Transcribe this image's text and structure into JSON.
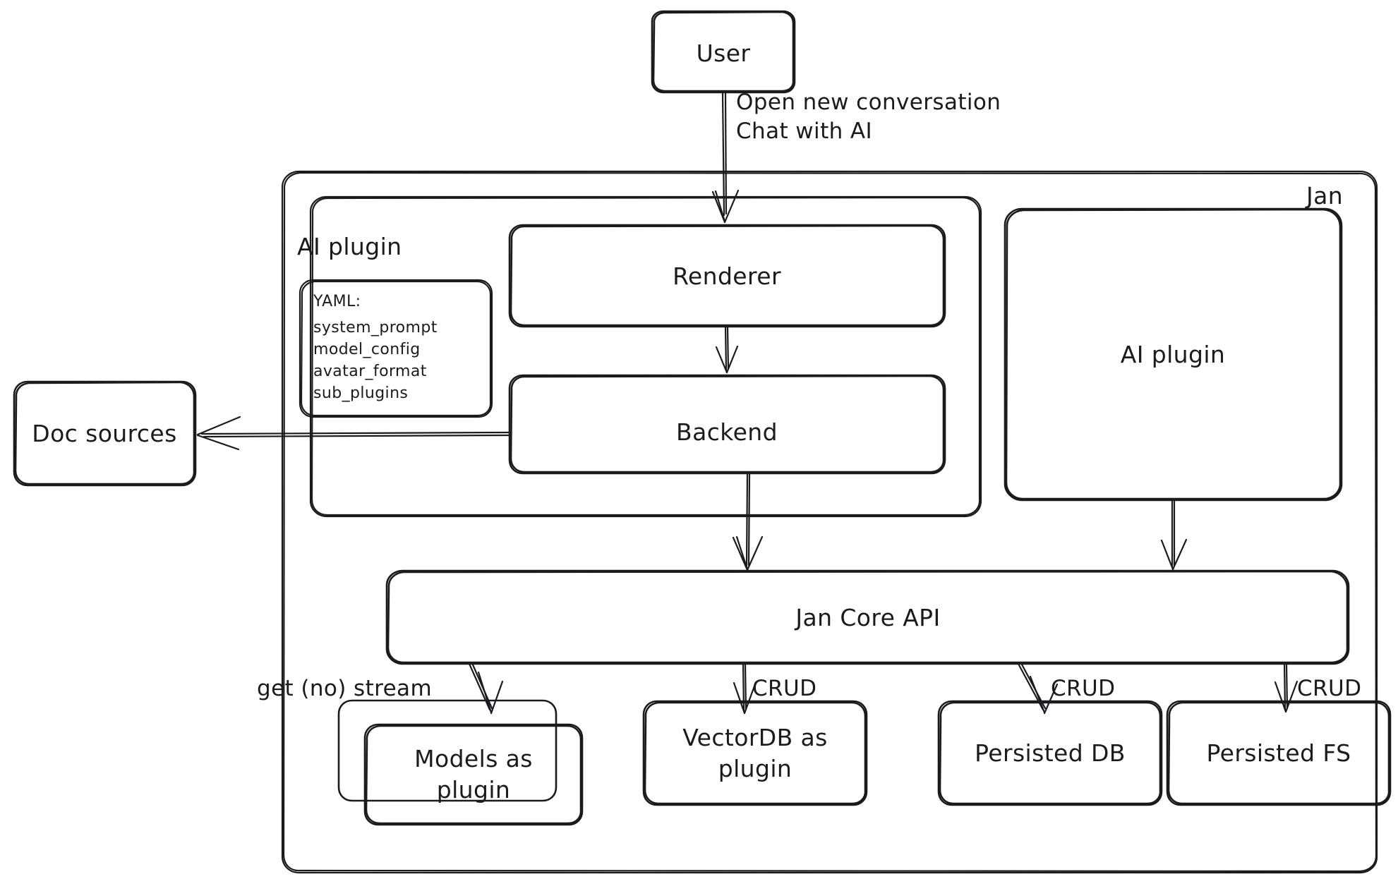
{
  "diagram": {
    "title": "Jan architecture diagram",
    "style": "hand-drawn whiteboard sketch",
    "background_color": "#ffffff",
    "stroke_color": "#1b1b1f",
    "containers": [
      {
        "id": "jan",
        "label": "Jan",
        "label_position": "top-right"
      },
      {
        "id": "ai-plugin-group",
        "label": "AI plugin",
        "label_position": "top-left"
      }
    ],
    "nodes": {
      "user": {
        "label": "User"
      },
      "renderer": {
        "label": "Renderer"
      },
      "backend": {
        "label": "Backend"
      },
      "ai_plugin_right": {
        "label": "AI plugin"
      },
      "jan_core_api": {
        "label": "Jan Core API"
      },
      "doc_sources": {
        "label": "Doc sources"
      },
      "models_as_plugin": {
        "label": "Models as\nplugin"
      },
      "vectordb_as_plugin": {
        "label": "VectorDB as\nplugin"
      },
      "persisted_db": {
        "label": "Persisted DB"
      },
      "persisted_fs": {
        "label": "Persisted FS"
      }
    },
    "yaml_card": {
      "heading": "YAML:",
      "items": [
        "system_prompt",
        "model_config",
        "avatar_format",
        "sub_plugins"
      ]
    },
    "edges": [
      {
        "id": "user-to-renderer",
        "from": "user",
        "to": "renderer",
        "label": "Open new conversation\nChat with AI"
      },
      {
        "id": "renderer-to-backend",
        "from": "renderer",
        "to": "backend",
        "label": ""
      },
      {
        "id": "backend-to-doc-sources",
        "from": "backend",
        "to": "doc_sources",
        "label": ""
      },
      {
        "id": "backend-to-core",
        "from": "backend",
        "to": "jan_core_api",
        "label": ""
      },
      {
        "id": "ai-plugin-to-core",
        "from": "ai_plugin_right",
        "to": "jan_core_api",
        "label": ""
      },
      {
        "id": "core-to-models",
        "from": "jan_core_api",
        "to": "models_as_plugin",
        "label": "get (no) stream"
      },
      {
        "id": "core-to-vectordb",
        "from": "jan_core_api",
        "to": "vectordb_as_plugin",
        "label": "CRUD"
      },
      {
        "id": "core-to-persisted-db",
        "from": "jan_core_api",
        "to": "persisted_db",
        "label": "CRUD"
      },
      {
        "id": "core-to-persisted-fs",
        "from": "jan_core_api",
        "to": "persisted_fs",
        "label": "CRUD"
      }
    ]
  }
}
